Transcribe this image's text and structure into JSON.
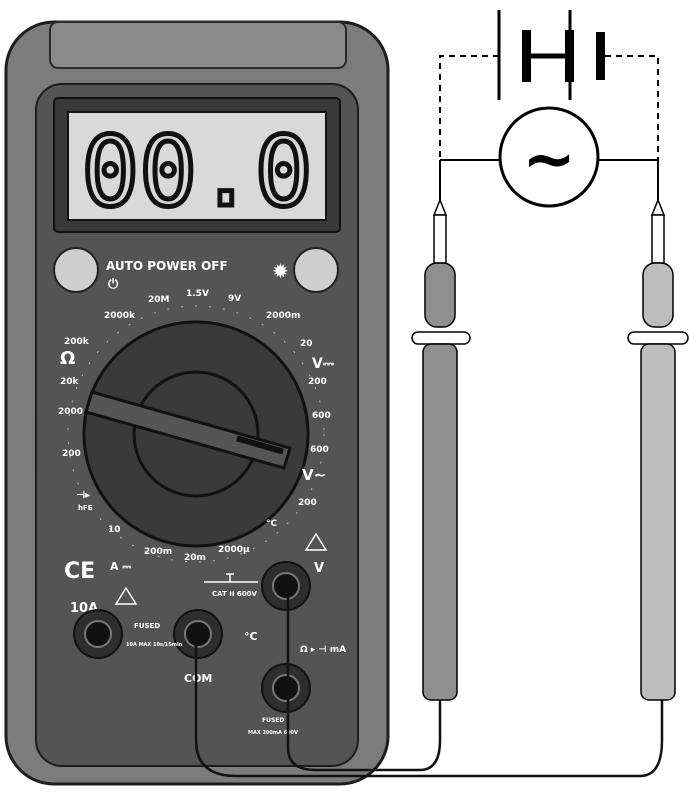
{
  "display": {
    "reading": "00.0"
  },
  "buttons": {
    "auto_power_off": "AUTO POWER OFF",
    "power_symbol": "⏻",
    "backlight_symbol": "✹"
  },
  "dial_labels": {
    "ohm_symbol": "Ω",
    "r_2000k": "2000k",
    "r_200k": "200k",
    "r_20k": "20k",
    "r_2000": "2000",
    "r_200": "200",
    "diode": "⊣▸",
    "hfe": "hFE",
    "dc_a_10": "10",
    "a_200m": "200m",
    "a_20m": "20m",
    "a_2000u": "2000μ",
    "temp_c": "°C",
    "v_ac_200": "200",
    "v_ac_600": "600",
    "v_ac_symbol": "V~",
    "v_dc_600": "600",
    "v_dc_200": "200",
    "v_dc_20": "20",
    "v_dc_symbol": "V⎓",
    "v_dc_2000m": "2000m",
    "batt_9v": "9V",
    "batt_1_5v": "1.5V",
    "m_20m": "20M",
    "a_dc_symbol": "A ⎓"
  },
  "terminals": {
    "ce_mark": "CE",
    "ten_a": "10A",
    "fused_left": "FUSED",
    "fused_left_note": "10A MAX 10s/15min",
    "cat_rating": "CAT II 600V",
    "com": "COM",
    "temp_c": "°C",
    "v_label": "V",
    "ma_label": "Ω ▸ ⊣ mA",
    "fused_right": "FUSED",
    "fused_right_note": "MAX 200mA 600V"
  },
  "source": {
    "ac_symbol": "~"
  }
}
